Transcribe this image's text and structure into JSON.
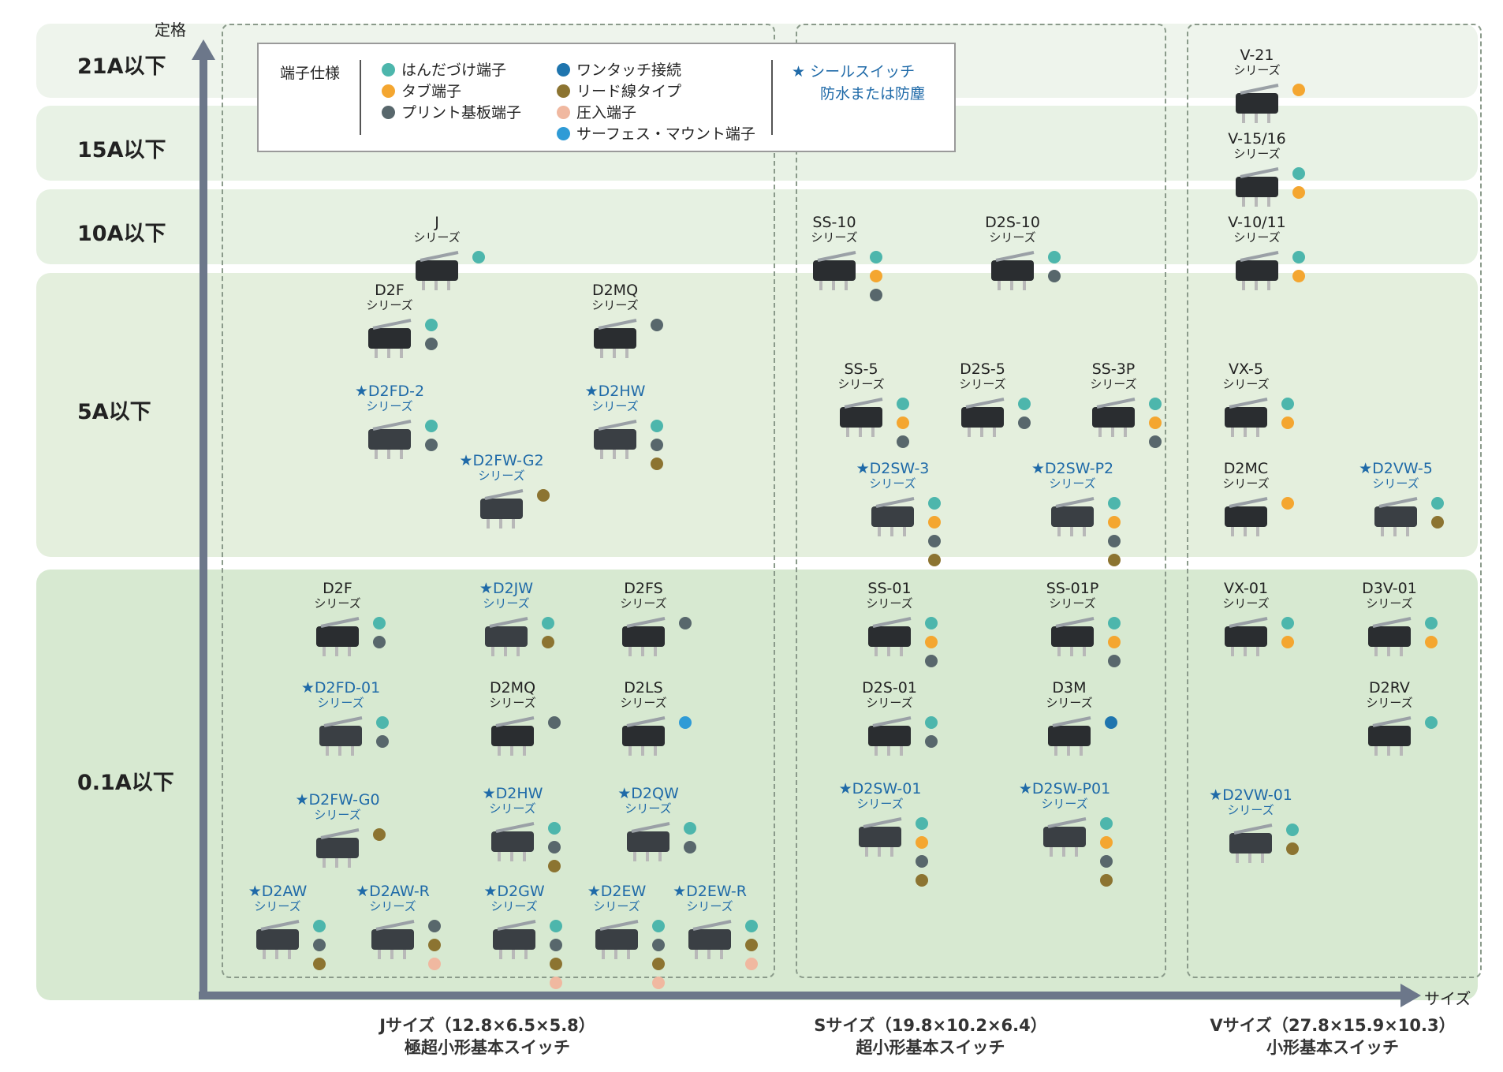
{
  "axes": {
    "y_label": "定格",
    "x_label": "サイズ"
  },
  "colors": {
    "solder": "#4db6ac",
    "tab": "#f4a630",
    "pcb": "#58676c",
    "one_touch": "#1f75ae",
    "lead": "#8c7431",
    "press_fit": "#f0b8a0",
    "smt": "#2f9bd6",
    "seal_blue": "#1f6aa8"
  },
  "legend": {
    "title": "端子仕様",
    "items": [
      {
        "key": "solder",
        "label": "はんだづけ端子"
      },
      {
        "key": "tab",
        "label": "タブ端子"
      },
      {
        "key": "pcb",
        "label": "プリント基板端子"
      },
      {
        "key": "one_touch",
        "label": "ワンタッチ接続"
      },
      {
        "key": "lead",
        "label": "リード線タイプ"
      },
      {
        "key": "press_fit",
        "label": "圧入端子"
      },
      {
        "key": "smt",
        "label": "サーフェス・マウント端子"
      }
    ],
    "seal_line1": "★ シールスイッチ",
    "seal_line2": "防水または防塵"
  },
  "ratings": [
    "21A以下",
    "15A以下",
    "10A以下",
    "5A以下",
    "0.1A以下"
  ],
  "sizes": [
    {
      "line1": "Jサイズ（12.8×6.5×5.8）",
      "line2": "極超小形基本スイッチ"
    },
    {
      "line1": "Sサイズ（19.8×10.2×6.4）",
      "line2": "超小形基本スイッチ"
    },
    {
      "line1": "Vサイズ（27.8×15.9×10.3）",
      "line2": "小形基本スイッチ"
    }
  ],
  "series_suffix": "シリーズ",
  "products": [
    {
      "name": "J",
      "sealed": false,
      "rating": "10A以下",
      "size": "J",
      "terminals": [
        "solder"
      ]
    },
    {
      "name": "SS-10",
      "sealed": false,
      "rating": "10A以下",
      "size": "S",
      "terminals": [
        "solder",
        "tab",
        "pcb"
      ]
    },
    {
      "name": "D2S-10",
      "sealed": false,
      "rating": "10A以下",
      "size": "S",
      "terminals": [
        "solder",
        "pcb"
      ]
    },
    {
      "name": "V-21",
      "sealed": false,
      "rating": "21A以下",
      "size": "V",
      "terminals": [
        "tab"
      ]
    },
    {
      "name": "V-15/16",
      "sealed": false,
      "rating": "15A以下",
      "size": "V",
      "terminals": [
        "solder",
        "tab"
      ]
    },
    {
      "name": "V-10/11",
      "sealed": false,
      "rating": "10A以下",
      "size": "V",
      "terminals": [
        "solder",
        "tab"
      ]
    },
    {
      "name": "D2F",
      "sealed": false,
      "rating": "5A以下",
      "size": "J",
      "terminals": [
        "solder",
        "pcb"
      ]
    },
    {
      "name": "D2MQ",
      "sealed": false,
      "rating": "5A以下",
      "size": "J",
      "terminals": [
        "pcb"
      ]
    },
    {
      "name": "★D2FD-2",
      "sealed": true,
      "rating": "5A以下",
      "size": "J",
      "terminals": [
        "solder",
        "pcb"
      ]
    },
    {
      "name": "★D2HW",
      "sealed": true,
      "rating": "5A以下",
      "size": "J",
      "terminals": [
        "solder",
        "pcb",
        "lead"
      ]
    },
    {
      "name": "★D2FW-G2",
      "sealed": true,
      "rating": "5A以下",
      "size": "J",
      "terminals": [
        "lead"
      ]
    },
    {
      "name": "SS-5",
      "sealed": false,
      "rating": "5A以下",
      "size": "S",
      "terminals": [
        "solder",
        "tab",
        "pcb"
      ]
    },
    {
      "name": "D2S-5",
      "sealed": false,
      "rating": "5A以下",
      "size": "S",
      "terminals": [
        "solder",
        "pcb"
      ]
    },
    {
      "name": "SS-3P",
      "sealed": false,
      "rating": "5A以下",
      "size": "S",
      "terminals": [
        "solder",
        "tab",
        "pcb"
      ]
    },
    {
      "name": "★D2SW-3",
      "sealed": true,
      "rating": "5A以下",
      "size": "S",
      "terminals": [
        "solder",
        "tab",
        "pcb",
        "lead"
      ]
    },
    {
      "name": "★D2SW-P2",
      "sealed": true,
      "rating": "5A以下",
      "size": "S",
      "terminals": [
        "solder",
        "tab",
        "pcb",
        "lead"
      ]
    },
    {
      "name": "VX-5",
      "sealed": false,
      "rating": "5A以下",
      "size": "V",
      "terminals": [
        "solder",
        "tab"
      ]
    },
    {
      "name": "D2MC",
      "sealed": false,
      "rating": "5A以下",
      "size": "V",
      "terminals": [
        "tab"
      ]
    },
    {
      "name": "★D2VW-5",
      "sealed": true,
      "rating": "5A以下",
      "size": "V",
      "terminals": [
        "solder",
        "lead"
      ]
    },
    {
      "name": "D2F",
      "sealed": false,
      "rating": "0.1A以下",
      "size": "J",
      "terminals": [
        "solder",
        "pcb"
      ]
    },
    {
      "name": "★D2JW",
      "sealed": true,
      "rating": "0.1A以下",
      "size": "J",
      "terminals": [
        "solder",
        "lead"
      ]
    },
    {
      "name": "D2FS",
      "sealed": false,
      "rating": "0.1A以下",
      "size": "J",
      "terminals": [
        "pcb"
      ]
    },
    {
      "name": "★D2FD-01",
      "sealed": true,
      "rating": "0.1A以下",
      "size": "J",
      "terminals": [
        "solder",
        "pcb"
      ]
    },
    {
      "name": "D2MQ",
      "sealed": false,
      "rating": "0.1A以下",
      "size": "J",
      "terminals": [
        "pcb"
      ]
    },
    {
      "name": "D2LS",
      "sealed": false,
      "rating": "0.1A以下",
      "size": "J",
      "terminals": [
        "smt"
      ]
    },
    {
      "name": "★D2FW-G0",
      "sealed": true,
      "rating": "0.1A以下",
      "size": "J",
      "terminals": [
        "lead"
      ]
    },
    {
      "name": "★D2HW",
      "sealed": true,
      "rating": "0.1A以下",
      "size": "J",
      "terminals": [
        "solder",
        "pcb",
        "lead"
      ]
    },
    {
      "name": "★D2QW",
      "sealed": true,
      "rating": "0.1A以下",
      "size": "J",
      "terminals": [
        "solder",
        "pcb"
      ]
    },
    {
      "name": "★D2AW",
      "sealed": true,
      "rating": "0.1A以下",
      "size": "J",
      "terminals": [
        "solder",
        "pcb",
        "lead"
      ]
    },
    {
      "name": "★D2AW-R",
      "sealed": true,
      "rating": "0.1A以下",
      "size": "J",
      "terminals": [
        "pcb",
        "lead",
        "press_fit"
      ]
    },
    {
      "name": "★D2GW",
      "sealed": true,
      "rating": "0.1A以下",
      "size": "J",
      "terminals": [
        "solder",
        "pcb",
        "lead",
        "press_fit"
      ]
    },
    {
      "name": "★D2EW",
      "sealed": true,
      "rating": "0.1A以下",
      "size": "J",
      "terminals": [
        "solder",
        "pcb",
        "lead",
        "press_fit"
      ]
    },
    {
      "name": "★D2EW-R",
      "sealed": true,
      "rating": "0.1A以下",
      "size": "J",
      "terminals": [
        "solder",
        "lead",
        "press_fit"
      ]
    },
    {
      "name": "SS-01",
      "sealed": false,
      "rating": "0.1A以下",
      "size": "S",
      "terminals": [
        "solder",
        "tab",
        "pcb"
      ]
    },
    {
      "name": "SS-01P",
      "sealed": false,
      "rating": "0.1A以下",
      "size": "S",
      "terminals": [
        "solder",
        "tab",
        "pcb"
      ]
    },
    {
      "name": "D2S-01",
      "sealed": false,
      "rating": "0.1A以下",
      "size": "S",
      "terminals": [
        "solder",
        "pcb"
      ]
    },
    {
      "name": "D3M",
      "sealed": false,
      "rating": "0.1A以下",
      "size": "S",
      "terminals": [
        "one_touch"
      ]
    },
    {
      "name": "★D2SW-01",
      "sealed": true,
      "rating": "0.1A以下",
      "size": "S",
      "terminals": [
        "solder",
        "tab",
        "pcb",
        "lead"
      ]
    },
    {
      "name": "★D2SW-P01",
      "sealed": true,
      "rating": "0.1A以下",
      "size": "S",
      "terminals": [
        "solder",
        "tab",
        "pcb",
        "lead"
      ]
    },
    {
      "name": "VX-01",
      "sealed": false,
      "rating": "0.1A以下",
      "size": "V",
      "terminals": [
        "solder",
        "tab"
      ]
    },
    {
      "name": "D3V-01",
      "sealed": false,
      "rating": "0.1A以下",
      "size": "V",
      "terminals": [
        "solder",
        "tab"
      ]
    },
    {
      "name": "D2RV",
      "sealed": false,
      "rating": "0.1A以下",
      "size": "V",
      "terminals": [
        "solder"
      ]
    },
    {
      "name": "★D2VW-01",
      "sealed": true,
      "rating": "0.1A以下",
      "size": "V",
      "terminals": [
        "solder",
        "lead"
      ]
    }
  ]
}
